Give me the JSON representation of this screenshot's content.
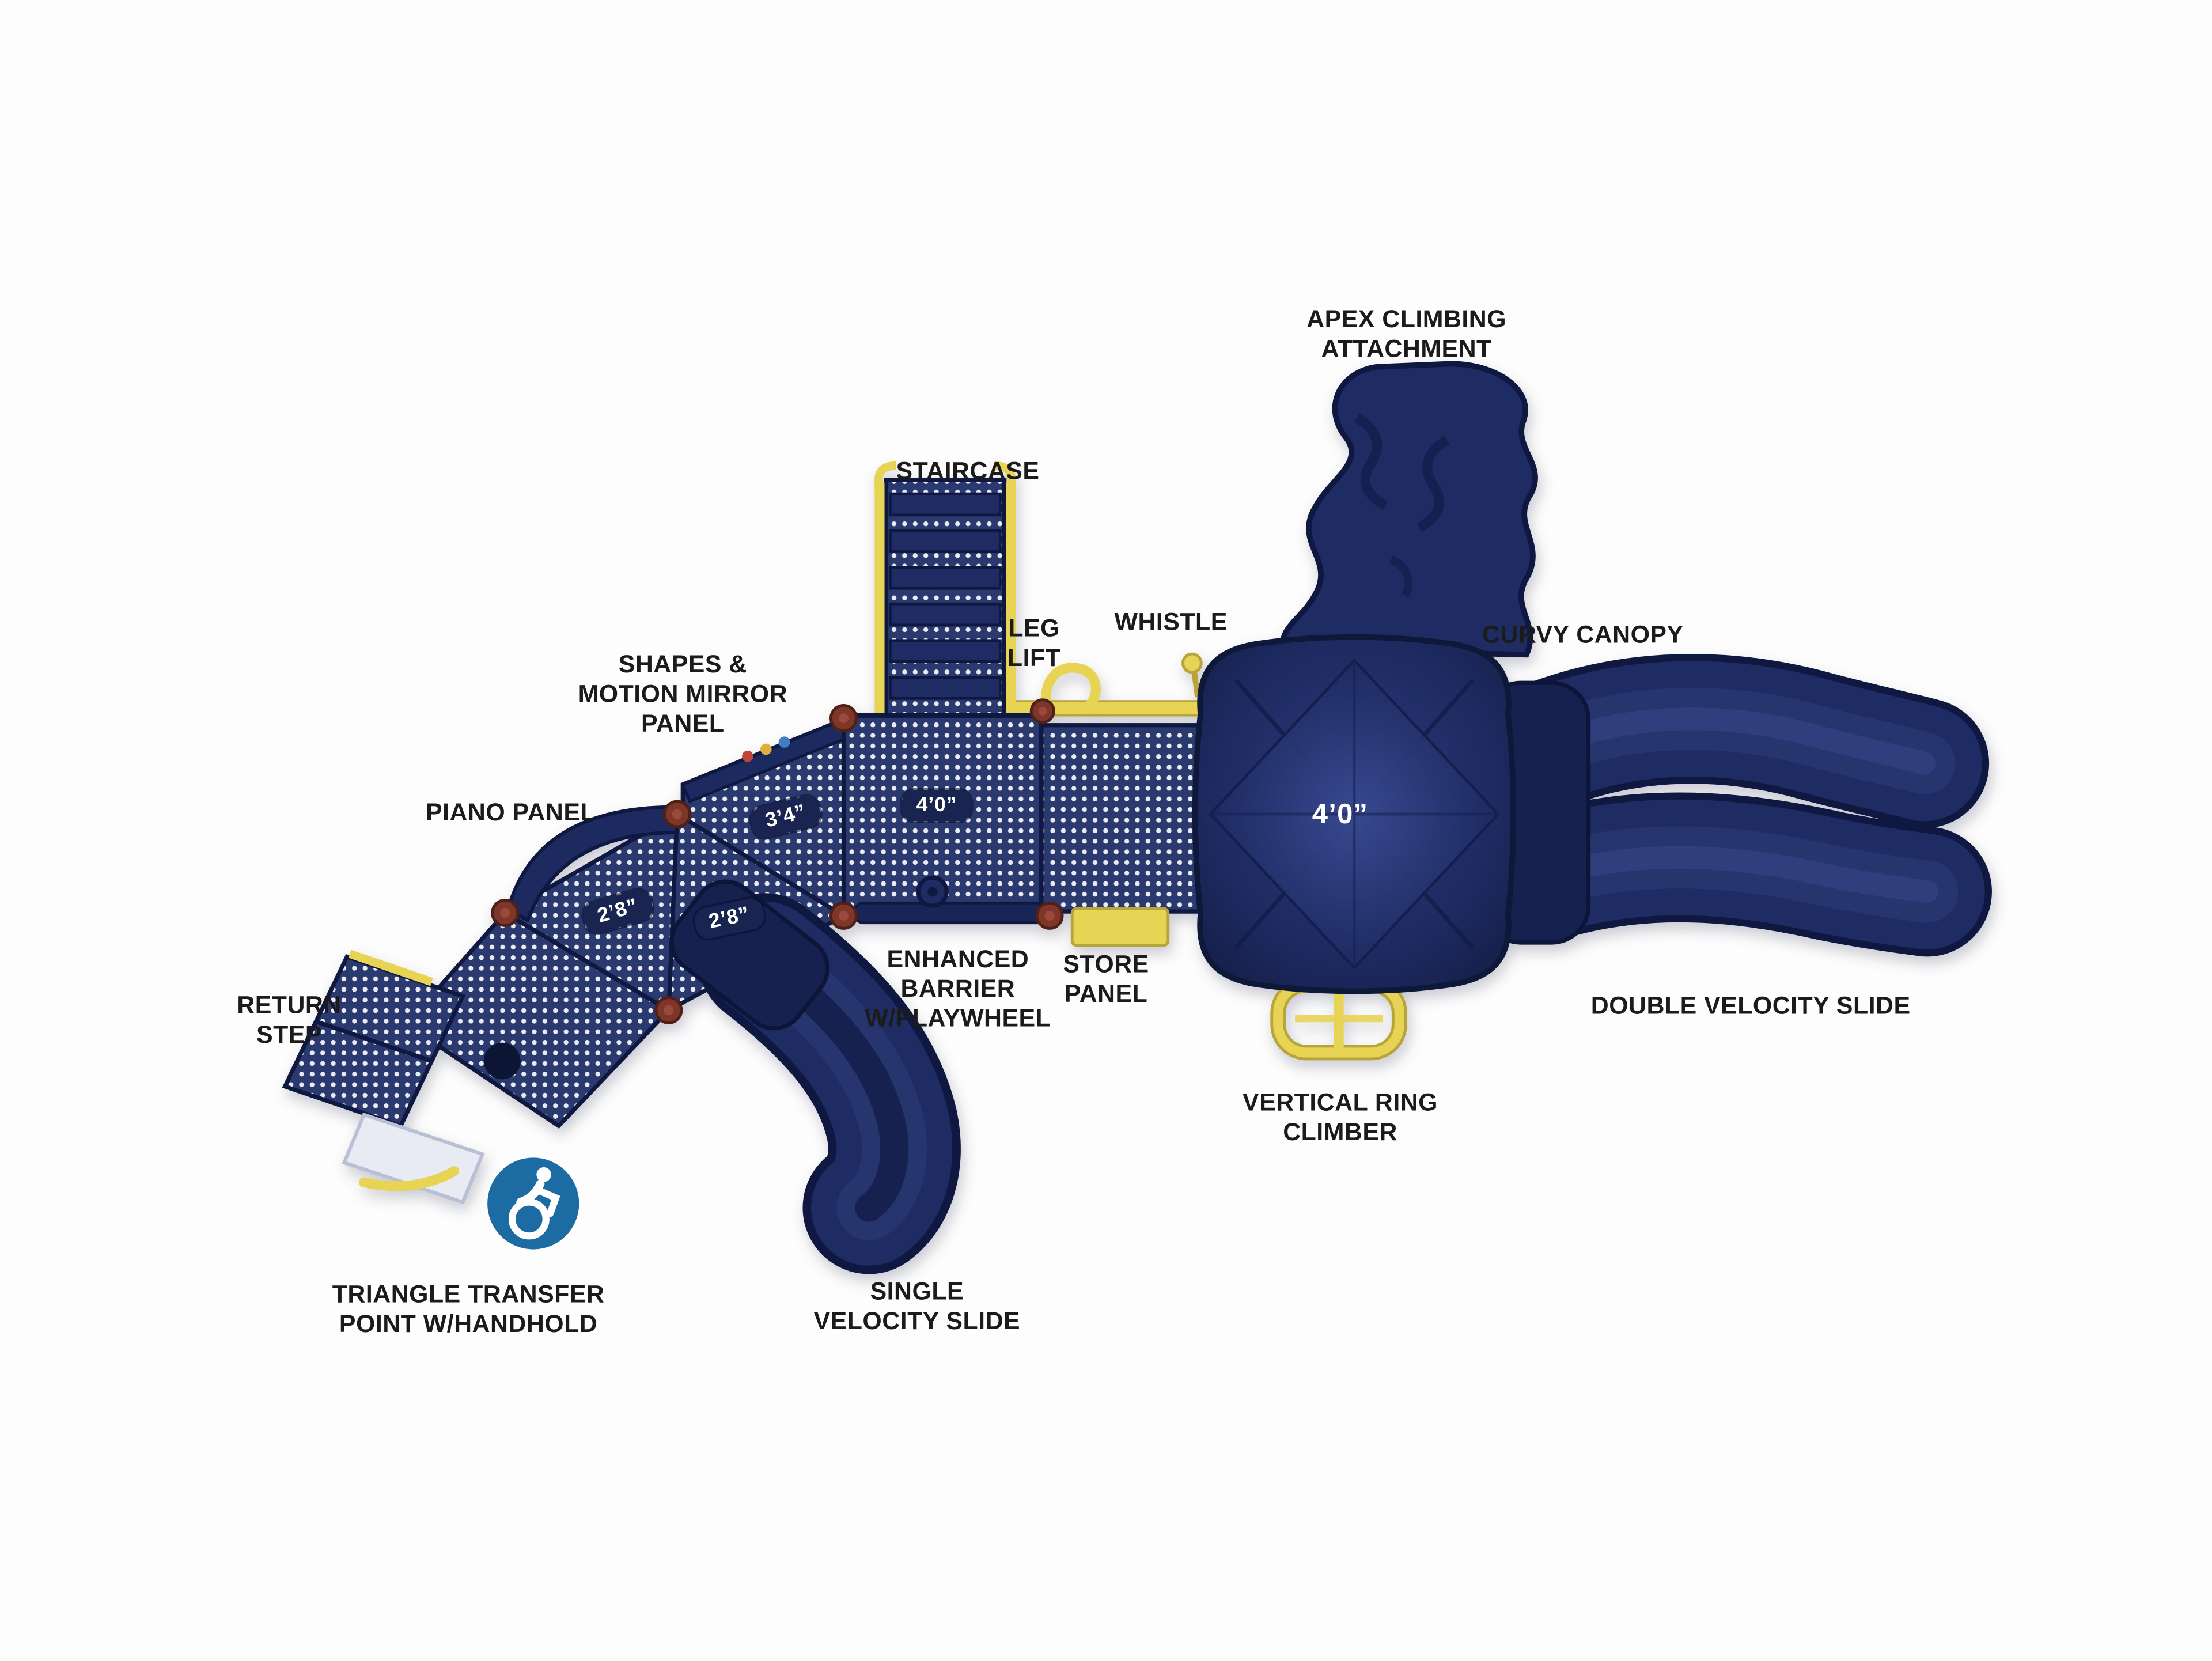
{
  "diagram": {
    "labels": {
      "apex": "APEX CLIMBING\nATTACHMENT",
      "staircase": "STAIRCASE",
      "whistle": "WHISTLE",
      "leg_lift": "LEG\nLIFT",
      "curvy_canopy": "CURVY CANOPY",
      "shapes_motion": "SHAPES &\nMOTION MIRROR\nPANEL",
      "piano": "PIANO PANEL",
      "enhanced_barrier": "ENHANCED\nBARRIER\nW/PLAYWHEEL",
      "store_panel": "STORE\nPANEL",
      "return_step": "RETURN\nSTEP",
      "double_velocity": "DOUBLE VELOCITY SLIDE",
      "vertical_ring": "VERTICAL RING\nCLIMBER",
      "triangle_transfer": "TRIANGLE TRANSFER\nPOINT W/HANDHOLD",
      "single_velocity": "SINGLE\nVELOCITY SLIDE"
    },
    "measurements": {
      "deck_main": "4’0”",
      "deck_square": "4’0”",
      "ramp_a": "3’4”",
      "ramp_b": "2’8”",
      "ramp_c": "2’8”"
    },
    "icons": {
      "accessibility": "modified-accessibility-symbol"
    },
    "colors": {
      "structure_navy": "#1f2c64",
      "structure_dark": "#0f1840",
      "mesh_dot": "#e8ebf4",
      "accent_yellow": "#e7d455",
      "post_cap_red": "#7e3629",
      "accessibility_blue": "#1c6ba3",
      "label_text": "#1b1b1b"
    }
  }
}
